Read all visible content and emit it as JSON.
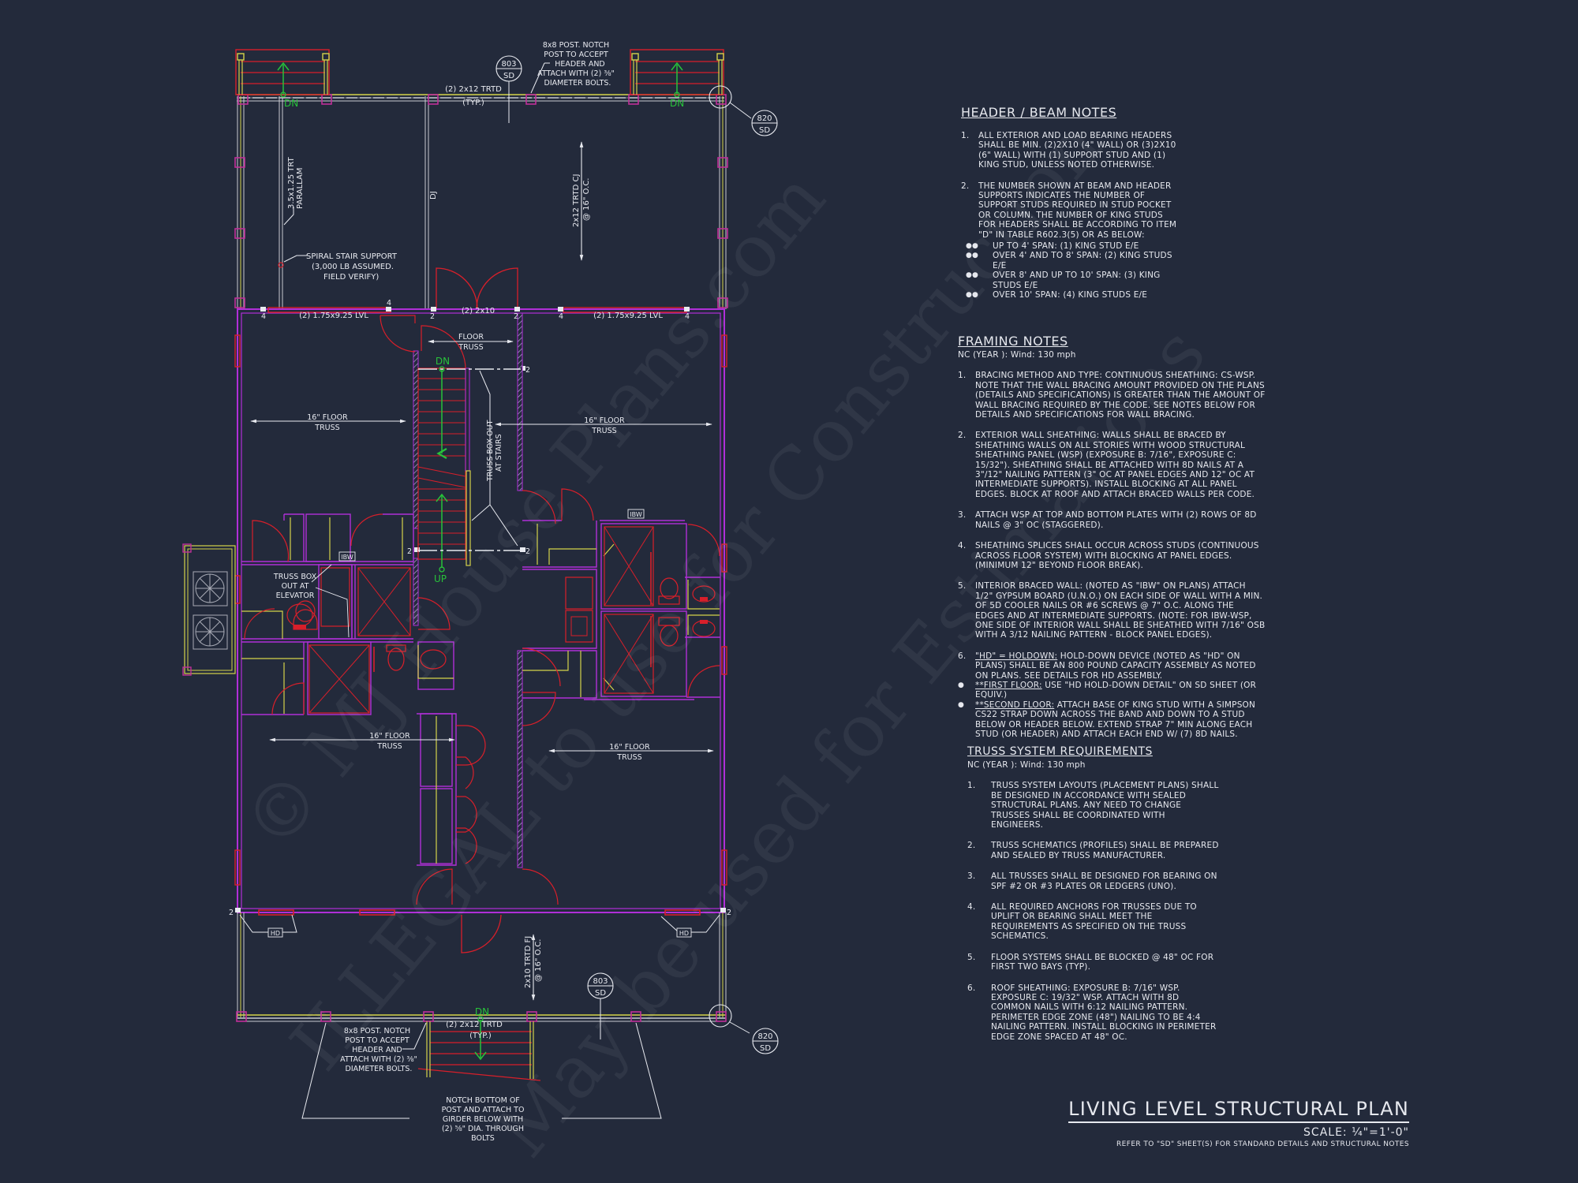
{
  "sheet": {
    "title": "LIVING LEVEL STRUCTURAL PLAN",
    "scale": "SCALE: ¼\"=1'-0\"",
    "reference": "REFER TO \"SD\" SHEET(S) FOR STANDARD DETAILS AND STRUCTURAL NOTES"
  },
  "watermark": {
    "line1": "© MJ House Plans.com",
    "line2": "ILLEGAL to use for Construction",
    "line3": "May be used for Estimations"
  },
  "colors": {
    "background": "#232a3b",
    "wall_magenta": "#b02fd8",
    "header_red": "#d81f2a",
    "framing_yellow": "#d4d34a",
    "stair_green": "#28c23a",
    "annotation_white": "#e8eaf0",
    "post_magenta": "#c0309a"
  },
  "header_beam_notes": {
    "title": "HEADER / BEAM NOTES",
    "items": [
      {
        "num": "1.",
        "text": "ALL EXTERIOR AND LOAD BEARING HEADERS SHALL BE MIN. (2)2x10 (4\" WALL) OR (3)2x10 (6\" WALL) WITH (1) SUPPORT STUD AND (1) KING STUD, UNLESS NOTED OTHERWISE."
      },
      {
        "num": "2.",
        "text": "THE NUMBER SHOWN AT BEAM AND HEADER SUPPORTS INDICATES THE NUMBER OF SUPPORT STUDS REQUIRED IN STUD POCKET OR COLUMN. THE NUMBER OF KING STUDS FOR HEADERS SHALL BE ACCORDING TO ITEM \"d\" IN TABLE R602.3(5) OR AS BELOW:"
      }
    ],
    "bullets": [
      "UP TO 4' SPAN: (1) KING STUD E/E",
      "OVER 4' AND TO 8' SPAN: (2) KING STUDS E/E",
      "OVER 8' AND UP TO 10' SPAN: (3) KING STUDS E/E",
      "OVER 10' SPAN: (4) KING STUDS E/E"
    ],
    "bullet_glyph": "●●"
  },
  "framing_notes": {
    "title": "FRAMING NOTES",
    "subtitle": "NC (YEAR ): Wind: 130 mph",
    "items": [
      {
        "num": "1.",
        "text": "BRACING METHOD AND TYPE: CONTINUOUS SHEATHING: CS-WSP. NOTE THAT THE WALL BRACING AMOUNT PROVIDED ON THE PLANS (DETAILS AND SPECIFICATIONS) IS GREATER THAN THE AMOUNT OF WALL BRACING REQUIRED BY THE CODE. SEE NOTES BELOW FOR DETAILS AND SPECIFICATIONS FOR WALL BRACING."
      },
      {
        "num": "2.",
        "text": "EXTERIOR WALL SHEATHING: WALLS SHALL BE BRACED BY SHEATHING WALLS ON ALL STORIES WITH WOOD STRUCTURAL SHEATHING PANEL (WSP) (EXPOSURE B: 7/16\", EXPOSURE C: 15/32\"). SHEATHING SHALL BE ATTACHED WITH 8d NAILS AT A 3\"/12\" NAILING PATTERN (3\" OC AT PANEL EDGES AND 12\" OC AT INTERMEDIATE SUPPORTS). INSTALL BLOCKING AT ALL PANEL EDGES. BLOCK AT ROOF AND ATTACH BRACED WALLS PER CODE."
      },
      {
        "num": "3.",
        "text": "ATTACH WSP AT TOP AND BOTTOM PLATES WITH (2) ROWS OF 8d NAILS @ 3\" OC (STAGGERED)."
      },
      {
        "num": "4.",
        "text": "SHEATHING SPLICES SHALL OCCUR ACROSS STUDS (CONTINUOUS ACROSS FLOOR SYSTEM) WITH BLOCKING AT PANEL EDGES. (MINIMUM 12\" BEYOND FLOOR BREAK)."
      },
      {
        "num": "5.",
        "text": "INTERIOR BRACED WALL: (NOTED AS \"IBW\" ON PLANS) ATTACH 1/2\" GYPSUM BOARD (U.N.O.) ON EACH SIDE OF WALL WITH A MIN. OF 5d COOLER NAILS OR #6 SCREWS @ 7\" O.C. ALONG THE EDGES AND AT INTERMEDIATE SUPPORTS. (NOTE: FOR IBW-WSP, ONE SIDE OF INTERIOR WALL SHALL BE SHEATHED WITH 7/16\" OSB WITH A 3/12 NAILING PATTERN - BLOCK PANEL EDGES)."
      },
      {
        "num": "6.",
        "lead": "\"HD\" = HOLDOWN:",
        "text": " HOLD-DOWN DEVICE (NOTED AS \"HD\" ON PLANS) SHALL BE AN 800 POUND CAPACITY ASSEMBLY AS NOTED ON PLANS. SEE DETAILS FOR HD ASSEMBLY."
      }
    ],
    "bullets": [
      {
        "lead": "**FIRST FLOOR:",
        "text": "   USE \"HD HOLD-DOWN DETAIL\" ON SD SHEET (OR EQUIV.)"
      },
      {
        "lead": "**SECOND FLOOR:",
        "text": " ATTACH BASE OF KING STUD WITH A SIMPSON CS22 STRAP DOWN ACROSS THE BAND AND DOWN TO A STUD BELOW OR HEADER BELOW. EXTEND STRAP 7\" MIN ALONG EACH STUD (OR HEADER) AND ATTACH EACH END W/ (7) 8d NAILS."
      }
    ],
    "bullet_glyph": "●"
  },
  "truss_notes": {
    "title": "TRUSS SYSTEM REQUIREMENTS",
    "subtitle": "NC (YEAR ): Wind: 130 mph",
    "items": [
      {
        "num": "1.",
        "text": "TRUSS SYSTEM LAYOUTS (PLACEMENT PLANS)  SHALL BE DESIGNED IN ACCORDANCE WITH SEALED STRUCTURAL PLANS. ANY NEED TO  CHANGE TRUSSES SHALL BE COORDINATED  WITH  ENGINEERS."
      },
      {
        "num": "2.",
        "text": "TRUSS SCHEMATICS (PROFILES) SHALL BE  PREPARED AND SEALED BY TRUSS  MANUFACTURER."
      },
      {
        "num": "3.",
        "text": "ALL TRUSSES SHALL BE DESIGNED FOR  BEARING ON SPF #2 OR #3 PLATES OR LEDGERS  (UNO)."
      },
      {
        "num": "4.",
        "text": "ALL REQUIRED ANCHORS FOR TRUSSES DUE  TO UPLIFT OR BEARING SHALL MEET THE  REQUIREMENTS AS SPECIFIED ON THE TRUSS  SCHEMATICS."
      },
      {
        "num": "5.",
        "text": "FLOOR SYSTEMS SHALL BE BLOCKED @ 48\" OC FOR FIRST TWO BAYS (TYP)."
      },
      {
        "num": "6.",
        "text": "ROOF SHEATHING: EXPOSURE B: 7/16\" WSP. EXPOSURE C: 19/32\" WSP. ATTACH WITH 8d COMMON NAILS WITH 6:12 NAILING PATTERN. PERIMETER EDGE ZONE (48\") NAILING TO BE 4:4 NAILING PATTERN. INSTALL BLOCKING IN PERIMETER EDGE ZONE SPACED AT 48\" OC."
      }
    ]
  },
  "plan_labels": {
    "top_deck_beam": "(2) 2x12 TRTD",
    "typ": "(TYP.)",
    "post_note_top": [
      "8x8 POST. NOTCH",
      "POST TO ACCEPT",
      "HEADER AND",
      "ATTACH WITH (2) ⅜\"",
      "DIAMETER BOLTS."
    ],
    "post_note_bottom": [
      "8x8 POST. NOTCH",
      "POST TO ACCEPT",
      "HEADER AND",
      "ATTACH WITH (2) ⅜\"",
      "DIAMETER BOLTS."
    ],
    "notch_note": [
      "NOTCH BOTTOM OF",
      "POST AND ATTACH TO",
      "GIRDER BELOW WITH",
      "(2) ⅝\" DIA. THROUGH",
      "BOLTS"
    ],
    "dn": "DN",
    "up": "UP",
    "parallam": [
      "3.5x1.25 TRT",
      "PARALLAM"
    ],
    "dj": "DJ",
    "top_cj": [
      "2x12 TRTD CJ",
      "@ 16\" O.C."
    ],
    "bottom_fj": [
      "2x10 TRTD FJ",
      "@ 16\" O.C."
    ],
    "spiral_stair": [
      "SPIRAL STAIR SUPPORT",
      "(3,000 LB ASSUMED.",
      "FIELD VERIFY)"
    ],
    "lvl_left": "(2) 1.75x9.25 LVL",
    "lvl_right": "(2) 1.75x9.25 LVL",
    "header_2x10": "(2) 2x10",
    "floor_truss": [
      "FLOOR",
      "TRUSS"
    ],
    "floor_truss_16": [
      "16\" FLOOR",
      "TRUSS"
    ],
    "truss_box_stairs": [
      "TRUSS BOX OUT",
      "AT STAIRS"
    ],
    "truss_box_elevator": [
      "TRUSS BOX",
      "OUT AT",
      "ELEVATOR"
    ],
    "ibw": "IBW",
    "hd": "HD",
    "stud_counts": {
      "four": "4",
      "two": "2"
    },
    "detail_callouts": [
      {
        "num": "803",
        "sheet": "SD"
      },
      {
        "num": "820",
        "sheet": "SD"
      },
      {
        "num": "803",
        "sheet": "SD"
      },
      {
        "num": "820",
        "sheet": "SD"
      }
    ]
  }
}
